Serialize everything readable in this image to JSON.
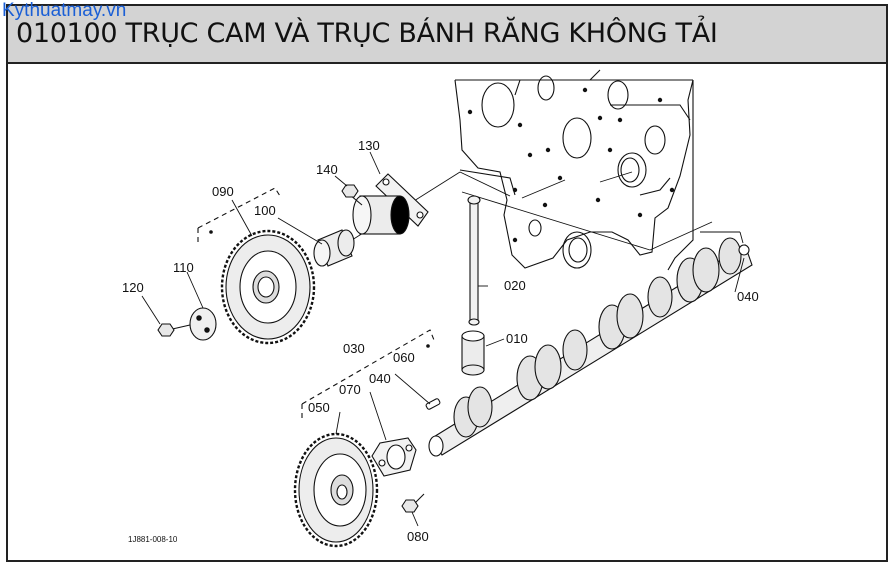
{
  "watermark": "Kythuatmay.vn",
  "header": {
    "title": "010100 TRỤC CAM VÀ TRỤC BÁNH RĂNG KHÔNG TẢI"
  },
  "diagram": {
    "figure_code": "1J881-008-10",
    "part_labels": {
      "p010": "010",
      "p020": "020",
      "p030": "030",
      "p040a": "040",
      "p040b": "040",
      "p050": "050",
      "p060": "060",
      "p070": "070",
      "p080": "080",
      "p090": "090",
      "p100": "100",
      "p110": "110",
      "p120": "120",
      "p130": "130",
      "p140": "140"
    }
  }
}
